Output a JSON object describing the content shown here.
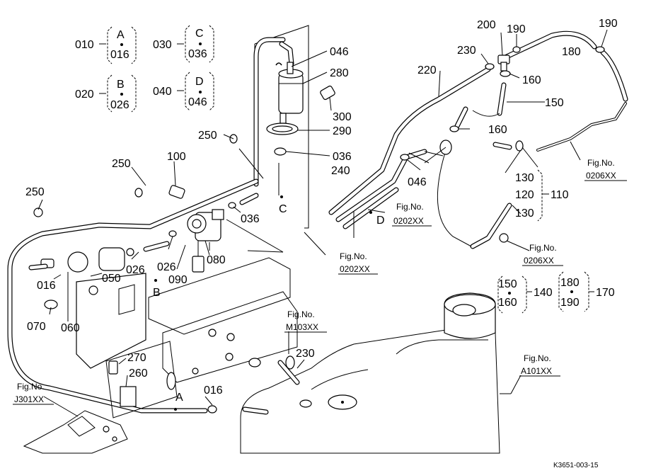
{
  "legend_pairs": [
    {
      "code": "010",
      "top": "A",
      "bottom": "016"
    },
    {
      "code": "020",
      "top": "B",
      "bottom": "026"
    },
    {
      "code": "030",
      "top": "C",
      "bottom": "036"
    },
    {
      "code": "040",
      "top": "D",
      "bottom": "046"
    }
  ],
  "group_110": {
    "code": "110",
    "items": [
      "130",
      "120",
      "130"
    ]
  },
  "group_140": {
    "code": "140",
    "top": "150",
    "bottom": "160"
  },
  "group_170": {
    "code": "170",
    "top": "180",
    "bottom": "190"
  },
  "callouts": {
    "c046": "046",
    "c280": "280",
    "c300": "300",
    "c290": "290",
    "c036a": "036",
    "c240": "240",
    "c250a": "250",
    "c250b": "250",
    "c250c": "250",
    "c100": "100",
    "c036b": "036",
    "c080": "080",
    "c090": "090",
    "c026a": "026",
    "c026b": "026",
    "c050": "050",
    "c016a": "016",
    "c070": "070",
    "c060": "060",
    "c270": "270",
    "c260": "260",
    "c016b": "016",
    "c230b": "230",
    "c220": "220",
    "c230a": "230",
    "c200": "200",
    "c190a": "190",
    "c190b": "190",
    "c180": "180",
    "c160a": "160",
    "c150": "150",
    "c160b": "160",
    "c046b": "046"
  },
  "letters": {
    "A": "A",
    "B": "B",
    "C": "C",
    "D": "D"
  },
  "fig_refs": {
    "f0206a": {
      "line1": "Fig.No.",
      "line2": "0206XX"
    },
    "f0202a": {
      "line1": "Fig.No.",
      "line2": "0202XX"
    },
    "f0202b": {
      "line1": "Fig.No.",
      "line2": "0202XX"
    },
    "f0206b": {
      "line1": "Fig.No.",
      "line2": "0206XX"
    },
    "fM103": {
      "line1": "Fig.No.",
      "line2": "M103XX"
    },
    "fA101": {
      "line1": "Fig.No.",
      "line2": "A101XX"
    },
    "fJ301": {
      "line1": "Fig.No.",
      "line2": "J301XX"
    }
  },
  "drawing_number": "K3651-003-15"
}
